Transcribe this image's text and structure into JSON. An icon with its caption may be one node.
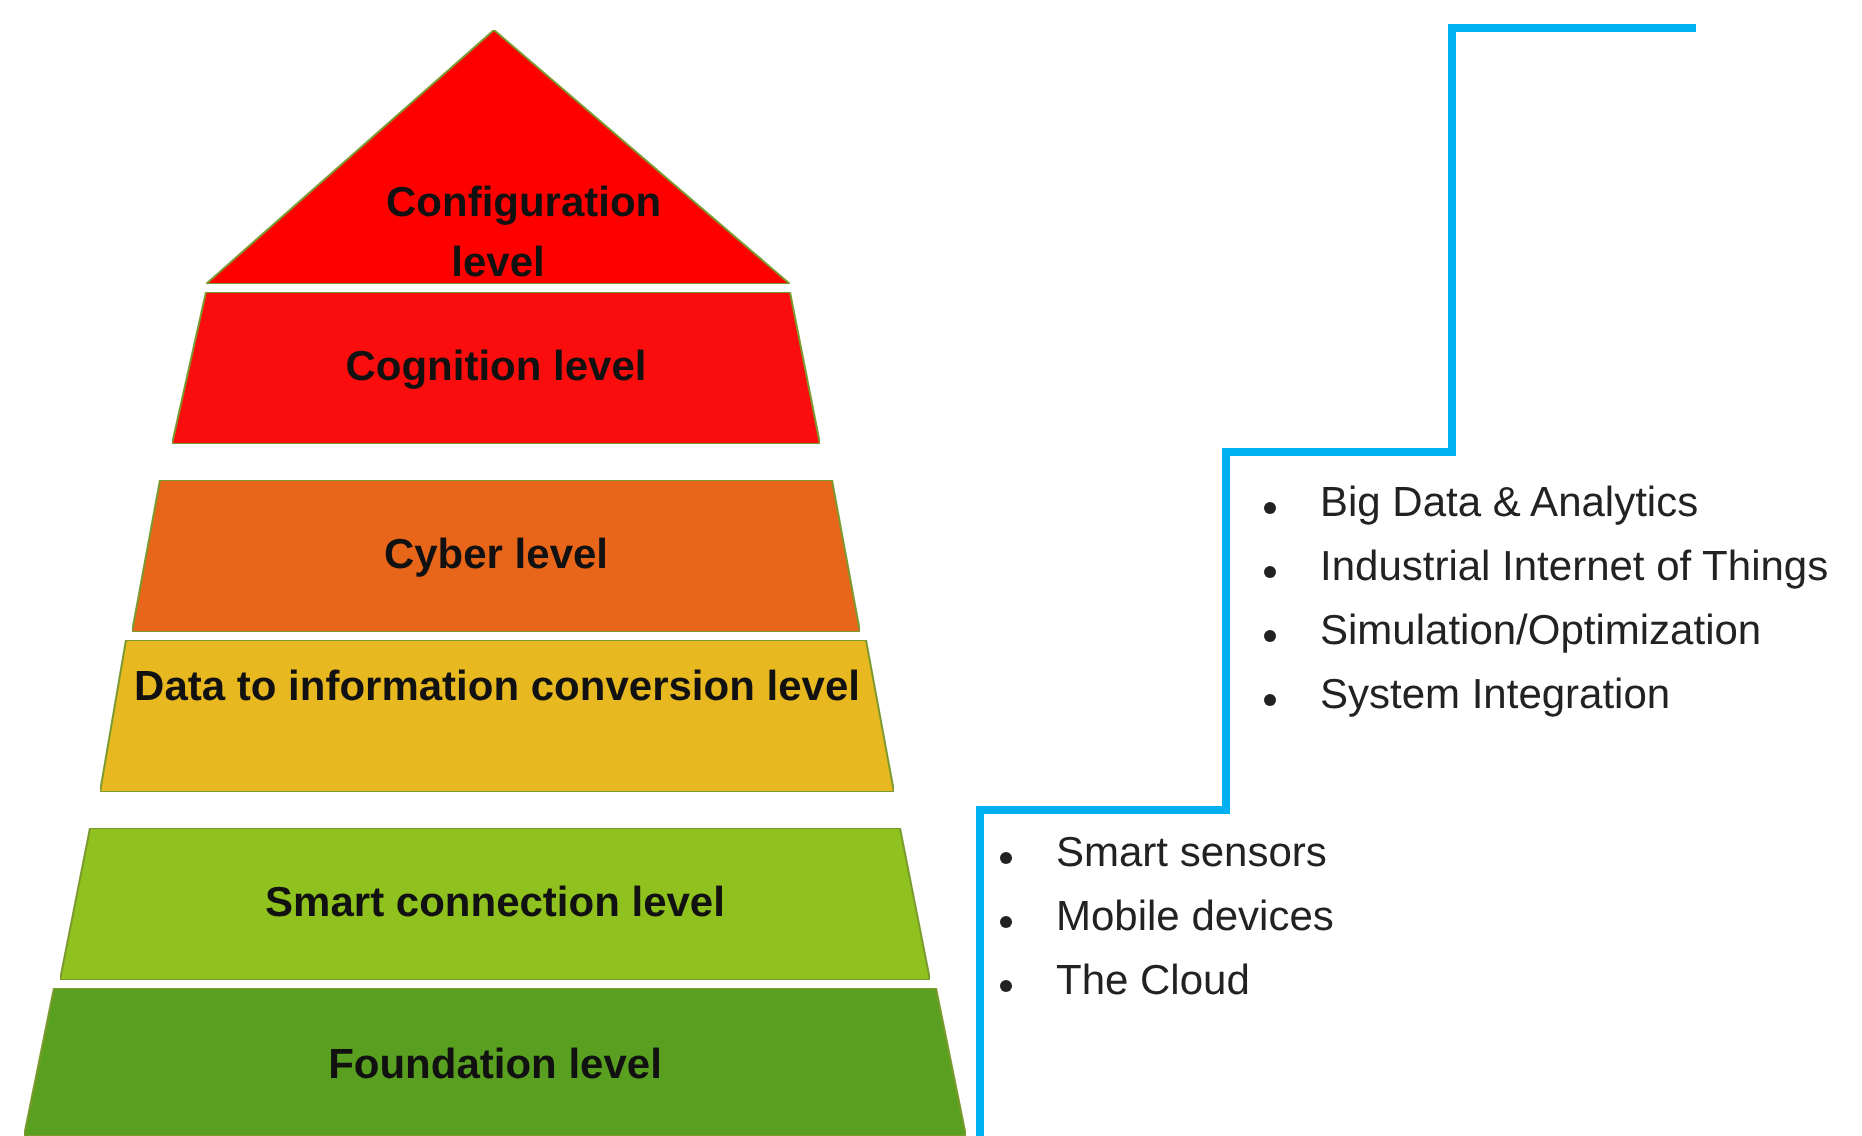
{
  "diagram": {
    "nodes": [
      {
        "text": [
          "Configuration level"
        ]
      },
      {
        "text": [
          "Cognition level"
        ]
      },
      {
        "text": [
          "Cyber level"
        ]
      },
      {
        "text": [
          "Data to information conversion level"
        ]
      },
      {
        "text": [
          "Smart connection level"
        ]
      },
      {
        "text": [
          "Foundation level"
        ]
      }
    ],
    "labels": [
      "Big Data & Analytics",
      "Industrial Internet of Things",
      "Simulation/Optimization",
      "System Integration",
      "Smart sensors",
      "Mobile devices",
      "The Cloud"
    ]
  }
}
